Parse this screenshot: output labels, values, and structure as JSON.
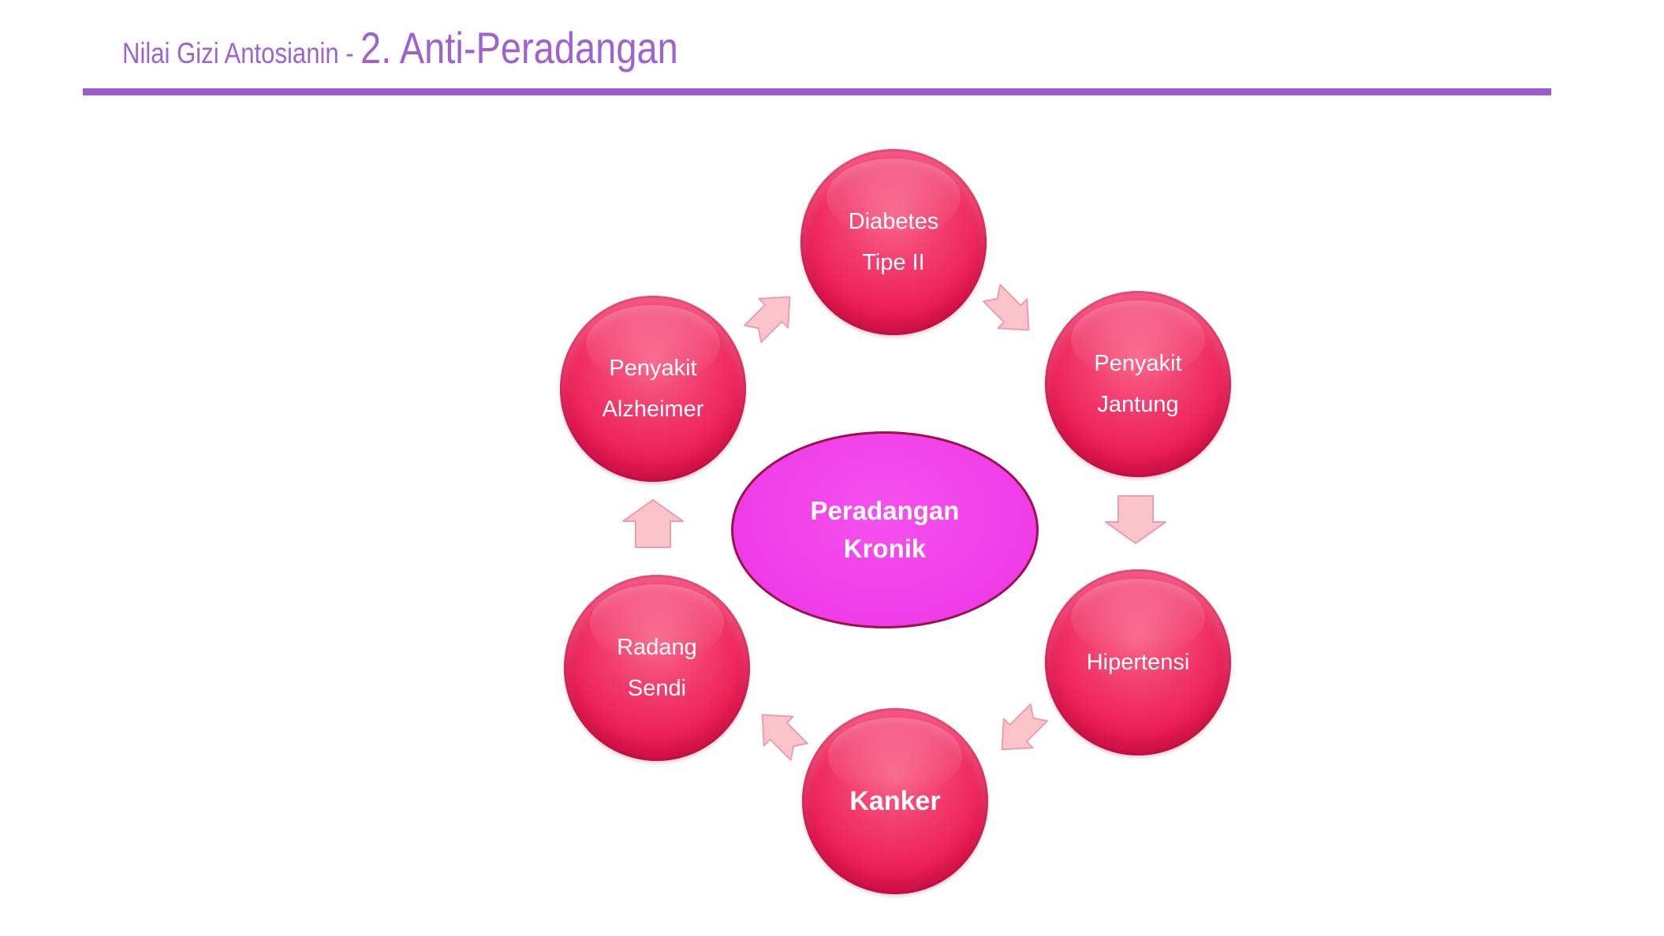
{
  "header": {
    "title_prefix": "Nilai Gizi Antosianin -",
    "title_main": "2. Anti-Peradangan",
    "title_color": "#9e63cf",
    "underline_color": "#9c5bce"
  },
  "diagram": {
    "center": {
      "lines": [
        "Peradangan",
        "Kronik"
      ],
      "fill": "#f03fe9",
      "border_color": "#a01048",
      "text_color": "#ffffff"
    },
    "nodes": [
      {
        "id": "diabetes",
        "lines": [
          "Diabetes",
          "Tipe II"
        ],
        "bold": false,
        "position": "top"
      },
      {
        "id": "jantung",
        "lines": [
          "Penyakit",
          "Jantung"
        ],
        "bold": false,
        "position": "upper-right"
      },
      {
        "id": "hipertensi",
        "lines": [
          "Hipertensi"
        ],
        "bold": false,
        "position": "lower-right"
      },
      {
        "id": "kanker",
        "lines": [
          "Kanker"
        ],
        "bold": true,
        "position": "bottom"
      },
      {
        "id": "radang",
        "lines": [
          "Radang",
          "Sendi"
        ],
        "bold": false,
        "position": "lower-left"
      },
      {
        "id": "alzheimer",
        "lines": [
          "Penyakit",
          "Alzheimer"
        ],
        "bold": false,
        "position": "upper-left"
      }
    ],
    "node_fill": "#ec1d55",
    "node_text_color": "#ffffff",
    "arrows": {
      "fill": "#fbc4ca",
      "stroke": "#eb9fae",
      "directions": [
        "alzheimer-to-diabetes",
        "diabetes-to-jantung",
        "jantung-to-hipertensi",
        "hipertensi-to-kanker",
        "kanker-to-radang",
        "radang-to-alzheimer"
      ]
    }
  }
}
